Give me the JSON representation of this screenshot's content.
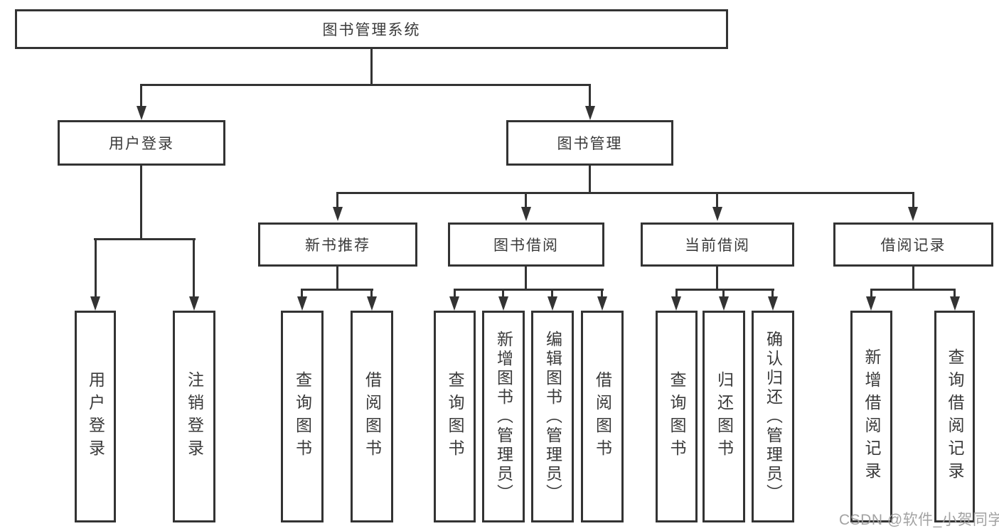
{
  "diagram": {
    "type": "hierarchy-tree",
    "colors": {
      "line": "#333333",
      "box_border": "#333333",
      "box_fill": "#ffffff",
      "text": "#3a3a3a",
      "background": "#ffffff",
      "watermark": "#9e9e9e"
    },
    "nodes": {
      "root": {
        "label": "图书管理系统"
      },
      "level2": [
        {
          "id": "user-login",
          "label": "用户登录",
          "parent": "root"
        },
        {
          "id": "book-management",
          "label": "图书管理",
          "parent": "root"
        }
      ],
      "level3": [
        {
          "id": "new-book-recommend",
          "label": "新书推荐",
          "parent": "book-management"
        },
        {
          "id": "book-borrowing",
          "label": "图书借阅",
          "parent": "book-management"
        },
        {
          "id": "current-borrowing",
          "label": "当前借阅",
          "parent": "book-management"
        },
        {
          "id": "borrowing-records",
          "label": "借阅记录",
          "parent": "book-management"
        }
      ],
      "level4": [
        {
          "label": "用户登录",
          "parent": "user-login"
        },
        {
          "label": "注销登录",
          "parent": "user-login"
        },
        {
          "label": "查询图书",
          "parent": "new-book-recommend"
        },
        {
          "label": "借阅图书",
          "parent": "new-book-recommend"
        },
        {
          "label": "查询图书",
          "parent": "book-borrowing"
        },
        {
          "label": "新增图书（管理员）",
          "parent": "book-borrowing"
        },
        {
          "label": "编辑图书（管理员）",
          "parent": "book-borrowing"
        },
        {
          "label": "借阅图书",
          "parent": "book-borrowing"
        },
        {
          "label": "查询图书",
          "parent": "current-borrowing"
        },
        {
          "label": "归还图书",
          "parent": "current-borrowing"
        },
        {
          "label": "确认归还（管理员）",
          "parent": "current-borrowing"
        },
        {
          "label": "新增借阅记录",
          "parent": "borrowing-records"
        },
        {
          "label": "查询借阅记录",
          "parent": "borrowing-records"
        }
      ]
    }
  },
  "watermark": {
    "text": "CSDN @软件_小贺同学"
  }
}
